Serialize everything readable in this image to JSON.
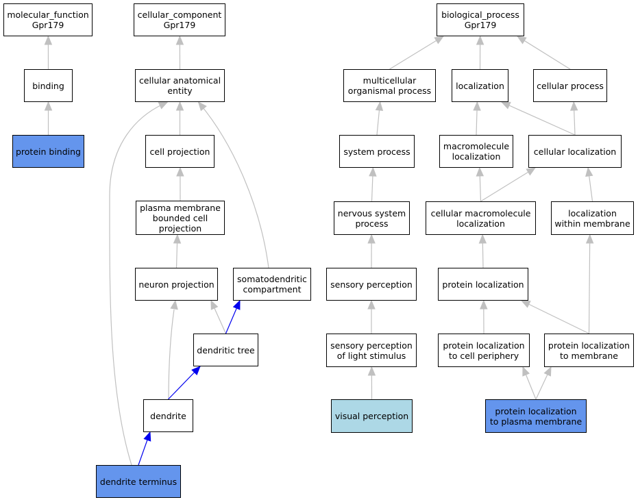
{
  "colors": {
    "edge_default": "#c0c0c0",
    "edge_highlight": "#0000ee",
    "annotated_dark": "#6495ed",
    "annotated_light": "#add8e6"
  },
  "nodes": {
    "mf_root": "molecular_function\nGpr179",
    "binding": "binding",
    "protein_binding": "protein binding",
    "cc_root": "cellular_component\nGpr179",
    "cellular_anatomical_entity": "cellular anatomical\nentity",
    "cell_projection": "cell projection",
    "plasma_membrane_bounded": "plasma membrane\nbounded cell\nprojection",
    "neuron_projection": "neuron projection",
    "somatodendritic": "somatodendritic\ncompartment",
    "dendritic_tree": "dendritic tree",
    "dendrite": "dendrite",
    "dendrite_terminus": "dendrite terminus",
    "bp_root": "biological_process\nGpr179",
    "multicellular": "multicellular\norganismal process",
    "localization": "localization",
    "cellular_process": "cellular process",
    "system_process": "system process",
    "macromolecule_localization": "macromolecule\nlocalization",
    "cellular_localization": "cellular localization",
    "nervous_system_process": "nervous system\nprocess",
    "cellular_macromolecule_localization": "cellular macromolecule\nlocalization",
    "localization_within_membrane": "localization\nwithin membrane",
    "sensory_perception": "sensory perception",
    "protein_localization": "protein localization",
    "sensory_perception_light": "sensory perception\nof light stimulus",
    "protein_localization_cell_periphery": "protein localization\nto cell periphery",
    "protein_localization_membrane": "protein localization\nto membrane",
    "visual_perception": "visual perception",
    "protein_localization_plasma_membrane": "protein localization\nto plasma membrane"
  },
  "edges": [
    {
      "from": "binding",
      "to": "mf_root",
      "highlight": false
    },
    {
      "from": "protein_binding",
      "to": "binding",
      "highlight": false
    },
    {
      "from": "cellular_anatomical_entity",
      "to": "cc_root",
      "highlight": false
    },
    {
      "from": "cell_projection",
      "to": "cellular_anatomical_entity",
      "highlight": false
    },
    {
      "from": "plasma_membrane_bounded",
      "to": "cell_projection",
      "highlight": false
    },
    {
      "from": "neuron_projection",
      "to": "plasma_membrane_bounded",
      "highlight": false
    },
    {
      "from": "somatodendritic",
      "to": "cellular_anatomical_entity",
      "highlight": false
    },
    {
      "from": "dendritic_tree",
      "to": "neuron_projection",
      "highlight": false
    },
    {
      "from": "dendritic_tree",
      "to": "somatodendritic",
      "highlight": true
    },
    {
      "from": "dendrite",
      "to": "neuron_projection",
      "highlight": false
    },
    {
      "from": "dendrite",
      "to": "dendritic_tree",
      "highlight": true
    },
    {
      "from": "dendrite_terminus",
      "to": "dendrite",
      "highlight": true
    },
    {
      "from": "dendrite_terminus",
      "to": "cellular_anatomical_entity",
      "highlight": false
    },
    {
      "from": "multicellular",
      "to": "bp_root",
      "highlight": false
    },
    {
      "from": "localization",
      "to": "bp_root",
      "highlight": false
    },
    {
      "from": "cellular_process",
      "to": "bp_root",
      "highlight": false
    },
    {
      "from": "system_process",
      "to": "multicellular",
      "highlight": false
    },
    {
      "from": "macromolecule_localization",
      "to": "localization",
      "highlight": false
    },
    {
      "from": "cellular_localization",
      "to": "localization",
      "highlight": false
    },
    {
      "from": "cellular_localization",
      "to": "cellular_process",
      "highlight": false
    },
    {
      "from": "nervous_system_process",
      "to": "system_process",
      "highlight": false
    },
    {
      "from": "cellular_macromolecule_localization",
      "to": "macromolecule_localization",
      "highlight": false
    },
    {
      "from": "cellular_macromolecule_localization",
      "to": "cellular_localization",
      "highlight": false
    },
    {
      "from": "localization_within_membrane",
      "to": "cellular_localization",
      "highlight": false
    },
    {
      "from": "sensory_perception",
      "to": "nervous_system_process",
      "highlight": false
    },
    {
      "from": "protein_localization",
      "to": "cellular_macromolecule_localization",
      "highlight": false
    },
    {
      "from": "sensory_perception_light",
      "to": "sensory_perception",
      "highlight": false
    },
    {
      "from": "protein_localization_cell_periphery",
      "to": "protein_localization",
      "highlight": false
    },
    {
      "from": "protein_localization_membrane",
      "to": "protein_localization",
      "highlight": false
    },
    {
      "from": "protein_localization_membrane",
      "to": "localization_within_membrane",
      "highlight": false
    },
    {
      "from": "visual_perception",
      "to": "sensory_perception_light",
      "highlight": false
    },
    {
      "from": "protein_localization_plasma_membrane",
      "to": "protein_localization_cell_periphery",
      "highlight": false
    },
    {
      "from": "protein_localization_plasma_membrane",
      "to": "protein_localization_membrane",
      "highlight": false
    }
  ]
}
